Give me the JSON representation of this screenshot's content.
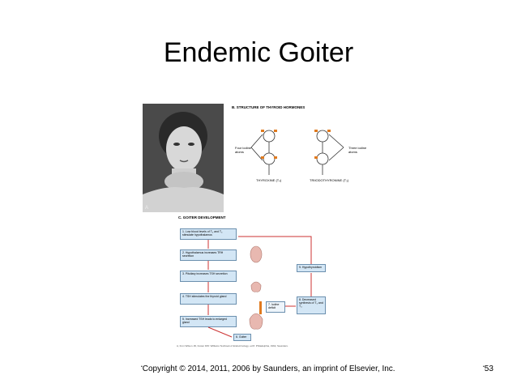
{
  "slide": {
    "title": "Endemic Goiter",
    "copyright": "Copyright © 2014, 2011, 2006 by Saunders, an imprint of Elsevier, Inc.",
    "page_number": "53"
  },
  "figure": {
    "photo_label": "A",
    "structure": {
      "title": "B. STRUCTURE OF THYROID HORMONES",
      "four_iodine": "Four iodine atoms",
      "three_iodine": "Three iodine atoms",
      "t4_name": "THYROXINE (T₄)",
      "t3_name": "TRIIODOTHYRONINE (T₃)"
    },
    "goiter": {
      "title": "C. GOITER DEVELOPMENT",
      "steps": [
        "1. Low blood levels of T₃ and T₄ stimulate hypothalamus",
        "2. Hypothalamus increases TRH secretion",
        "3. Pituitary increases TSH secretion",
        "4. TSH stimulates the thyroid gland",
        "5. Increased TSH leads to enlarged gland",
        "6. Goiter",
        "7. Iodine deficit",
        "8. Decreased synthesis of T₃ and T₄",
        "9. Hypothyroidism"
      ],
      "credit": "A, from Wilson JD, Foster DW: Williams Textbook of Endocrinology, ed 8. Philadelphia, 1992, Saunders."
    }
  },
  "colors": {
    "box_fill": "#d3e6f5",
    "box_border": "#6b8fae",
    "arrow": "#c33",
    "iodine_bar": "#e07a1f"
  }
}
